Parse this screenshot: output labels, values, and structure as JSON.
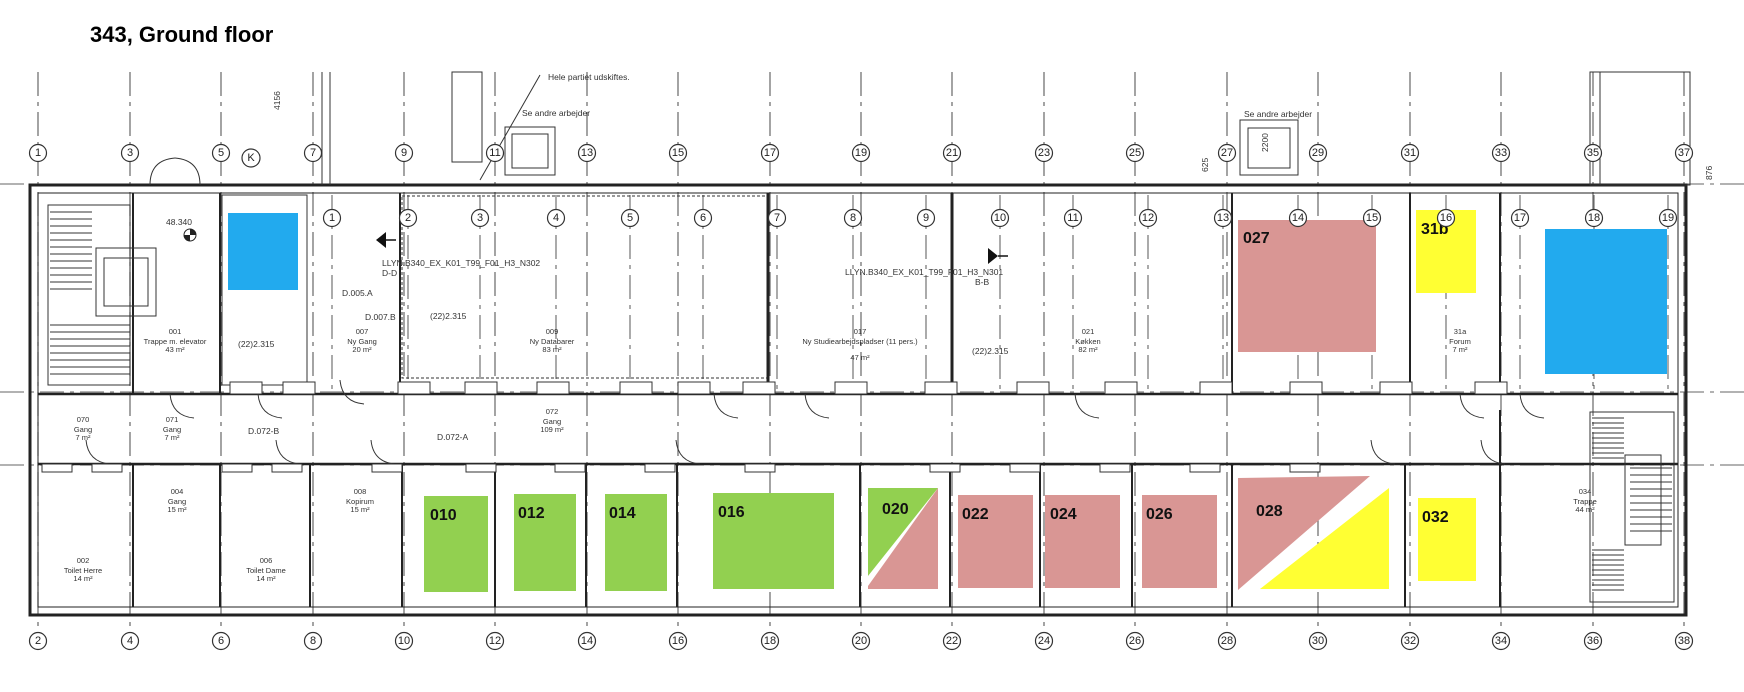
{
  "title": "343, Ground floor",
  "colors": {
    "green": "#92d050",
    "pink": "#d99694",
    "yellow": "#ffff33",
    "blue": "#22aaee"
  },
  "grid_top": [
    "1",
    "3",
    "5",
    "7",
    "9",
    "11",
    "13",
    "15",
    "17",
    "19",
    "21",
    "23",
    "25",
    "27",
    "29",
    "31",
    "33",
    "35",
    "37"
  ],
  "grid_bottom": [
    "2",
    "4",
    "6",
    "8",
    "10",
    "12",
    "14",
    "16",
    "18",
    "20",
    "22",
    "24",
    "26",
    "28",
    "30",
    "32",
    "34",
    "36",
    "38"
  ],
  "grid_mid": [
    "1",
    "2",
    "3",
    "4",
    "5",
    "6",
    "7",
    "8",
    "9",
    "10",
    "11",
    "12",
    "13",
    "14",
    "15",
    "16",
    "17",
    "18",
    "19"
  ],
  "grid_k": "K",
  "dims": {
    "d4156": "4156",
    "d2200": "2200",
    "d876": "876",
    "d625": "625"
  },
  "elevation": "48.340",
  "annotations": {
    "hele": "Hele partiet udskiftes.",
    "seandre1": "Se andre arbejder",
    "seandre2": "Se andre arbejder",
    "llyn1": "LLYN.B340_EX_K01_T99_F01_H3_N302",
    "dd": "D-D",
    "llyn2": "LLYN.B340_EX_K01_T99_F01_H3_N301",
    "bb": "B-B",
    "d005a": "D.005.A",
    "d007b": "D.007.B",
    "d072b": "D.072-B",
    "d072a": "D.072-A",
    "dim22a": "(22)2.315",
    "dim22b": "(22)2.315",
    "dim22c": "(22)2.315"
  },
  "rooms": [
    {
      "id": "001",
      "name": "Trappe m. elevator",
      "area": "43 m²"
    },
    {
      "id": "007",
      "name": "Ny Gang",
      "area": "20 m²"
    },
    {
      "id": "009",
      "name": "Ny Databarer",
      "area": "83 m²"
    },
    {
      "id": "017",
      "name": "Ny Studiearbejdspladser (11 pers.)",
      "area": "47 m²"
    },
    {
      "id": "021",
      "name": "Køkken",
      "area": "82 m²"
    },
    {
      "id": "31a",
      "name": "Forum",
      "area": "7 m²"
    },
    {
      "id": "070",
      "name": "Gang",
      "area": "7 m²"
    },
    {
      "id": "071",
      "name": "Gang",
      "area": "7 m²"
    },
    {
      "id": "072",
      "name": "Gang",
      "area": "109 m²"
    },
    {
      "id": "004",
      "name": "Gang",
      "area": "15 m²"
    },
    {
      "id": "008",
      "name": "Kopirum",
      "area": "15 m²"
    },
    {
      "id": "002",
      "name": "Toilet Herre",
      "area": "14 m²"
    },
    {
      "id": "006",
      "name": "Toilet Dame",
      "area": "14 m²"
    },
    {
      "id": "034",
      "name": "Trappe",
      "area": "44 m²"
    }
  ],
  "highlights": [
    {
      "label": "010",
      "color": "green"
    },
    {
      "label": "012",
      "color": "green"
    },
    {
      "label": "014",
      "color": "green"
    },
    {
      "label": "016",
      "color": "green"
    },
    {
      "label": "020",
      "color": "green+pink"
    },
    {
      "label": "022",
      "color": "pink"
    },
    {
      "label": "024",
      "color": "pink"
    },
    {
      "label": "026",
      "color": "pink"
    },
    {
      "label": "027",
      "color": "pink"
    },
    {
      "label": "028",
      "color": "pink+yellow"
    },
    {
      "label": "031b",
      "display": "31b",
      "color": "yellow"
    },
    {
      "label": "032",
      "color": "yellow"
    },
    {
      "label": "",
      "color": "blue"
    },
    {
      "label": "",
      "color": "blue"
    }
  ]
}
